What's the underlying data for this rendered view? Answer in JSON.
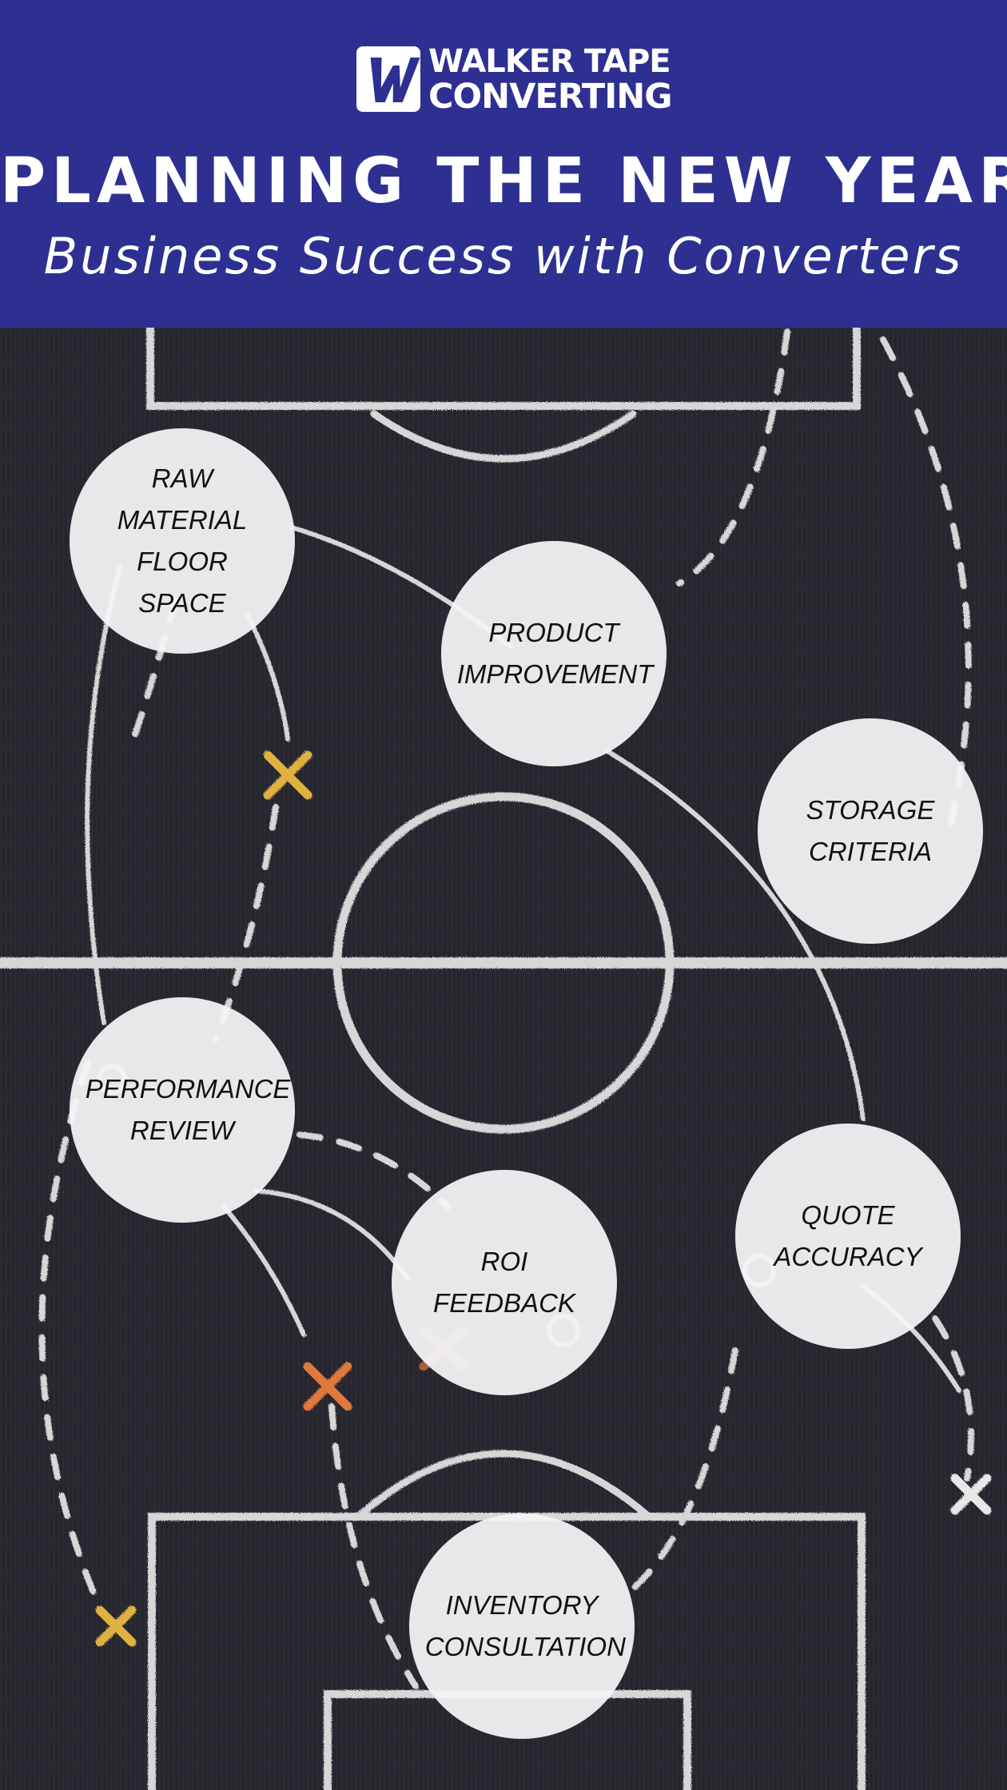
{
  "brand": {
    "mark": "W",
    "line1": "WALKER TAPE",
    "line2": "CONVERTING",
    "color": "#2d3091"
  },
  "header": {
    "title": "PLANNING THE NEW YEAR",
    "subtitle": "Business Success with Converters"
  },
  "board": {
    "background": "#27272f",
    "chalk_color": "#e6e6e6",
    "marker_colors": [
      "#e0b040",
      "#e0793a",
      "#e8e8e8"
    ]
  },
  "bubbles": [
    {
      "id": "raw-material-floor-space",
      "label": "RAW\nMATERIAL\nFLOOR\nSPACE"
    },
    {
      "id": "product-improvement",
      "label": "PRODUCT\nIMPROVEMENT"
    },
    {
      "id": "storage-criteria",
      "label": "STORAGE\nCRITERIA"
    },
    {
      "id": "performance-review",
      "label": "PERFORMANCE\nREVIEW"
    },
    {
      "id": "roi-feedback",
      "label": "ROI\nFEEDBACK"
    },
    {
      "id": "quote-accuracy",
      "label": "QUOTE\nACCURACY"
    },
    {
      "id": "inventory-consultation",
      "label": "INVENTORY\nCONSULTATION"
    }
  ]
}
